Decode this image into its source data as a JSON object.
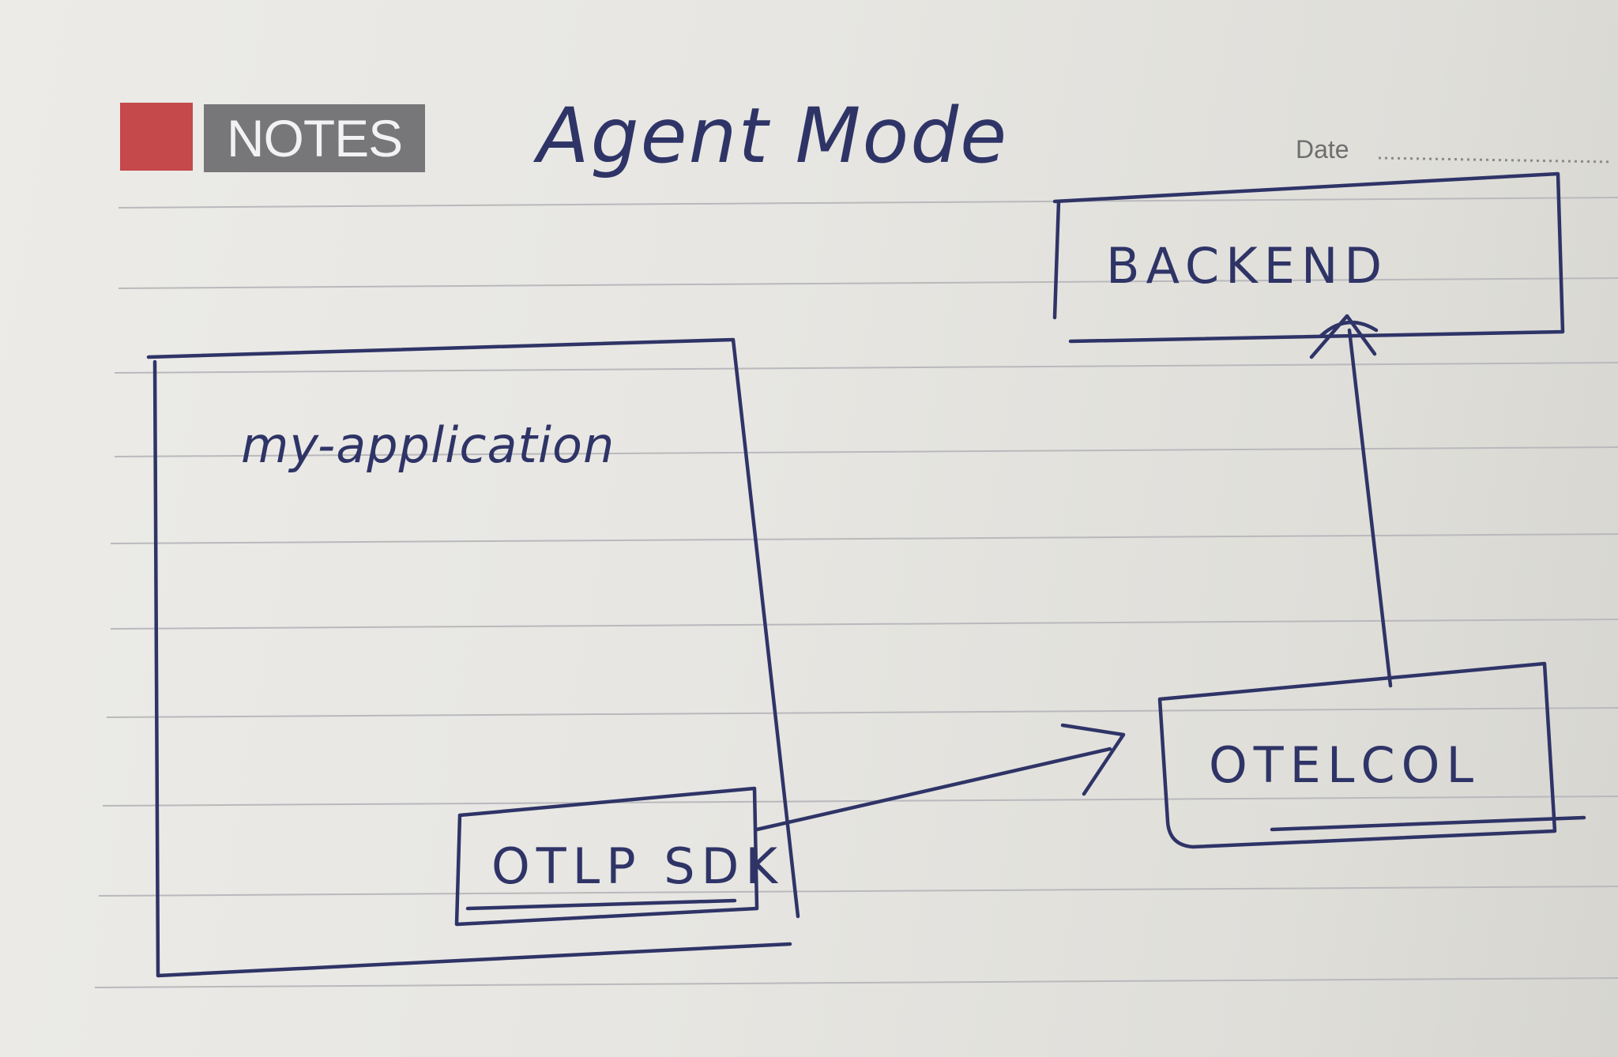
{
  "header": {
    "notes_label": "NOTES",
    "date_label": "Date",
    "accent_color": "#c5484b",
    "label_bg_color": "#77777a"
  },
  "title": "Agent Mode",
  "nodes": {
    "app": {
      "label": "my-application"
    },
    "sdk": {
      "label": "OTLP SDK"
    },
    "collector": {
      "label": "OTELCOL"
    },
    "backend": {
      "label": "BACKEND"
    }
  },
  "edges": [
    {
      "from": "sdk",
      "to": "collector"
    },
    {
      "from": "collector",
      "to": "backend"
    }
  ],
  "colors": {
    "ink": "#2f3467",
    "paper": "#ecebe7",
    "rule_line": "#b9b9bd"
  }
}
